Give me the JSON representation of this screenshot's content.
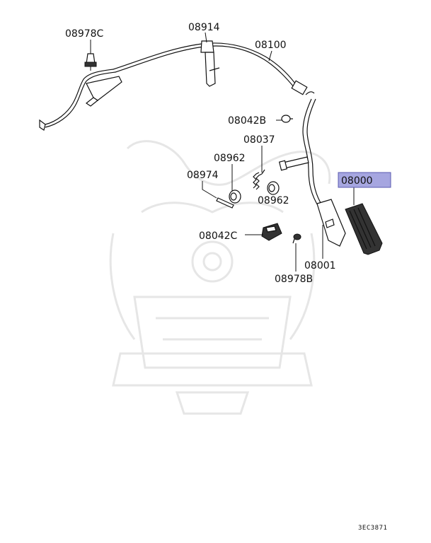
{
  "labels": {
    "p08978C": "08978C",
    "p08914": "08914",
    "p08100": "08100",
    "p08042B": "08042B",
    "p08037": "08037",
    "p08962a": "08962",
    "p08974": "08974",
    "p08962b": "08962",
    "p08000": "08000",
    "p08042C": "08042C",
    "p08001": "08001",
    "p08978B": "08978B"
  },
  "diagram_code": "3EC3871",
  "colors": {
    "highlight_fill": "#a6a6e0",
    "highlight_stroke": "#5b5bb0",
    "line": "#111111",
    "watermark": "#e6e6e6"
  }
}
